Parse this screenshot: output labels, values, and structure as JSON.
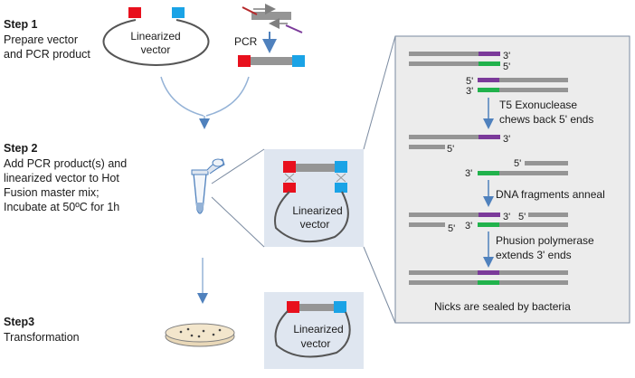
{
  "steps": {
    "step1_title": "Step 1",
    "step1_line1": "Prepare vector",
    "step1_line2": "and PCR product",
    "step2_title": "Step 2",
    "step2_line1": "Add PCR product(s) and",
    "step2_line2": "linearized vector to Hot",
    "step2_line3": "Fusion master mix;",
    "step2_line4": "Incubate at 50ºC for 1h",
    "step3_title": "Step3",
    "step3_line1": "Transformation"
  },
  "labels": {
    "vector_line1": "Linearized",
    "vector_line2": "vector",
    "pcr": "PCR",
    "prime5": "5'",
    "prime3": "3'",
    "t5_line1": "T5 Exonuclease",
    "t5_line2": "chews back 5' ends",
    "anneal": "DNA fragments anneal",
    "phusion_line1": "Phusion polymerase",
    "phusion_line2": "extends 3' ends",
    "nicks": "Nicks are sealed by bacteria"
  },
  "colors": {
    "red": "#e8101d",
    "blue": "#1aa3e6",
    "gray": "#959595",
    "purple": "#7b3a9a",
    "green": "#21b24c",
    "arrow": "#4f81bd",
    "panel": "#dfe6f0",
    "panel_border": "#7a8aa0"
  }
}
